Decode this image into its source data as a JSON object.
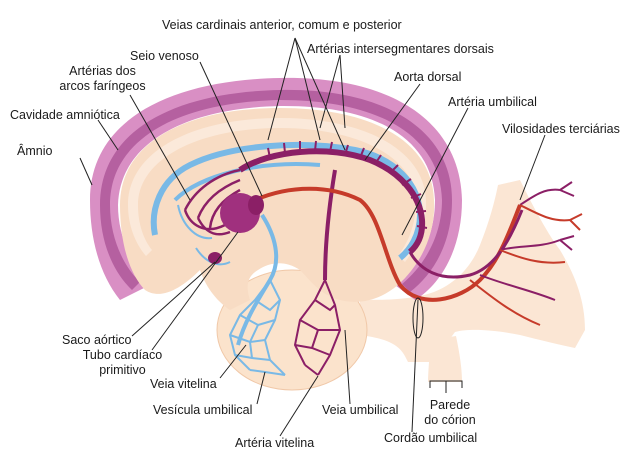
{
  "colors": {
    "amnion_outer": "#d98fc4",
    "amnion_band": "#b560a0",
    "embryo_tissue": "#f8dcc4",
    "yolk_sac": "#fbe3cc",
    "chorion": "#fbe6d4",
    "vein_blue": "#79b9e6",
    "artery_purple": "#8b1f66",
    "artery_red": "#c63b2a",
    "heart": "#a0307e",
    "line": "#222222"
  },
  "labels": {
    "veias_cardinais": "Veias cardinais anterior, comum e posterior",
    "arterias_intersegmentares": "Artérias intersegmentares dorsais",
    "seio_venoso": "Seio venoso",
    "arterias_arcos_1": "Artérias dos",
    "arterias_arcos_2": "arcos faríngeos",
    "aorta_dorsal": "Aorta dorsal",
    "cavidade_amniotica": "Cavidade amniótica",
    "arteria_umbilical": "Artéria umbilical",
    "amnio": "Âmnio",
    "vilosidades": "Vilosidades terciárias",
    "saco_aortico": "Saco aórtico",
    "tubo_cardiaco_1": "Tubo cardíaco",
    "tubo_cardiaco_2": "primitivo",
    "veia_vitelina": "Veia vitelina",
    "vesicula_umbilical": "Vesícula umbilical",
    "veia_umbilical": "Veia umbilical",
    "parede_corion_1": "Parede",
    "parede_corion_2": "do córion",
    "cordao_umbilical": "Cordão umbilical",
    "arteria_vitelina": "Artéria vitelina"
  }
}
